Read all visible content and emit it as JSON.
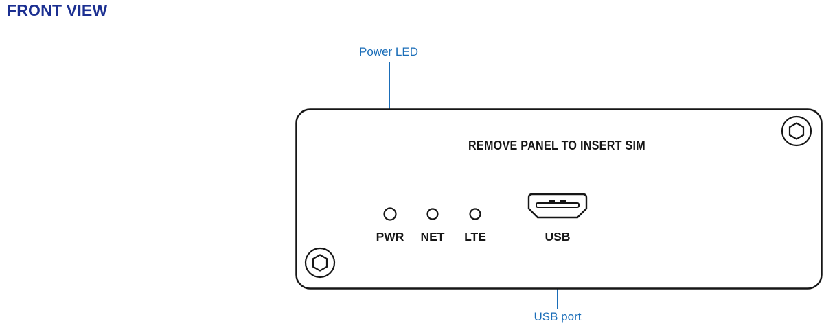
{
  "page": {
    "title": "FRONT VIEW"
  },
  "callouts": {
    "power_led": "Power LED",
    "usb_port": "USB port"
  },
  "panel": {
    "instruction": "REMOVE PANEL TO INSERT SIM",
    "leds": [
      {
        "label": "PWR"
      },
      {
        "label": "NET"
      },
      {
        "label": "LTE"
      }
    ],
    "usb_label": "USB"
  },
  "colors": {
    "title_navy": "#1b2f91",
    "callout_blue": "#1a6db8",
    "outline_black": "#161616"
  }
}
